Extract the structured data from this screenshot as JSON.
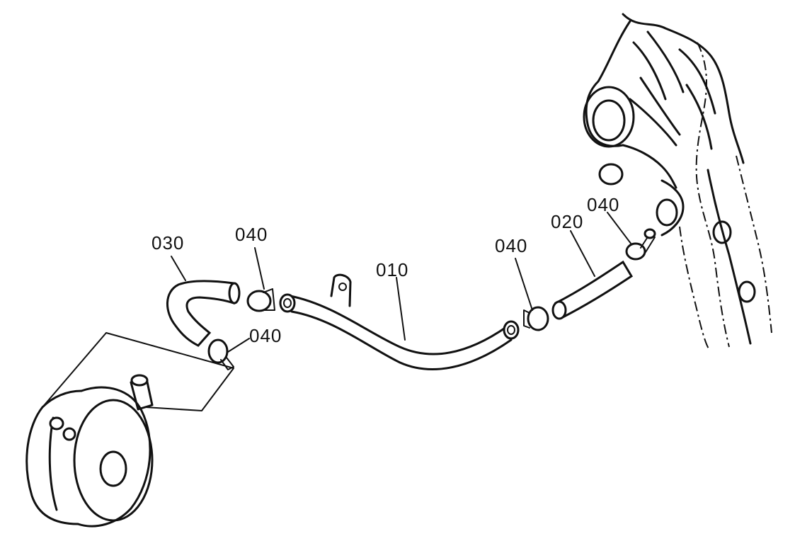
{
  "diagram": {
    "callouts": [
      {
        "id": "010",
        "text": "010"
      },
      {
        "id": "020",
        "text": "020"
      },
      {
        "id": "030",
        "text": "030"
      },
      {
        "id": "040a",
        "text": "040"
      },
      {
        "id": "040b",
        "text": "040"
      },
      {
        "id": "040c",
        "text": "040"
      },
      {
        "id": "040d",
        "text": "040"
      }
    ]
  }
}
